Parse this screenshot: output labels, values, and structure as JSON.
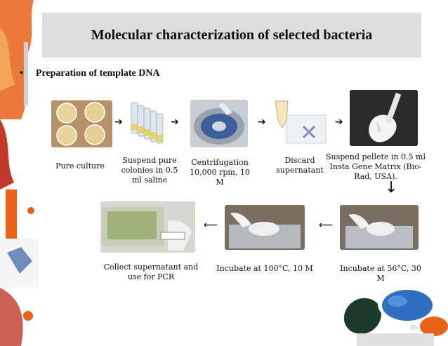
{
  "slide": {
    "title": "Molecular characterization of selected bacteria",
    "bullet_symbol": "•",
    "bullet": "Preparation of template DNA",
    "page_number": "86"
  },
  "steps": [
    {
      "label": "Pure culture"
    },
    {
      "label": "Suspend pure colonies in 0.5 ml saline"
    },
    {
      "label": "Centrifugation 10,000 rpm, 10 M"
    },
    {
      "label": "Discard supernatant"
    },
    {
      "label": "Suspend pellete in 0.5 ml Insta Gene Matrix (Bio-Rad, USA)."
    },
    {
      "label": "Incubate at 56°C, 30 M"
    },
    {
      "label": "Incubate at 100°C, 10 M"
    },
    {
      "label": "Collect supernatant and use for PCR"
    }
  ],
  "arrows": {
    "right": "➔",
    "left": "⟵",
    "down": "↓"
  },
  "colors": {
    "title_bg": "#dddddd",
    "accent_orange": "#e8621a",
    "accent_red": "#c0392b"
  }
}
